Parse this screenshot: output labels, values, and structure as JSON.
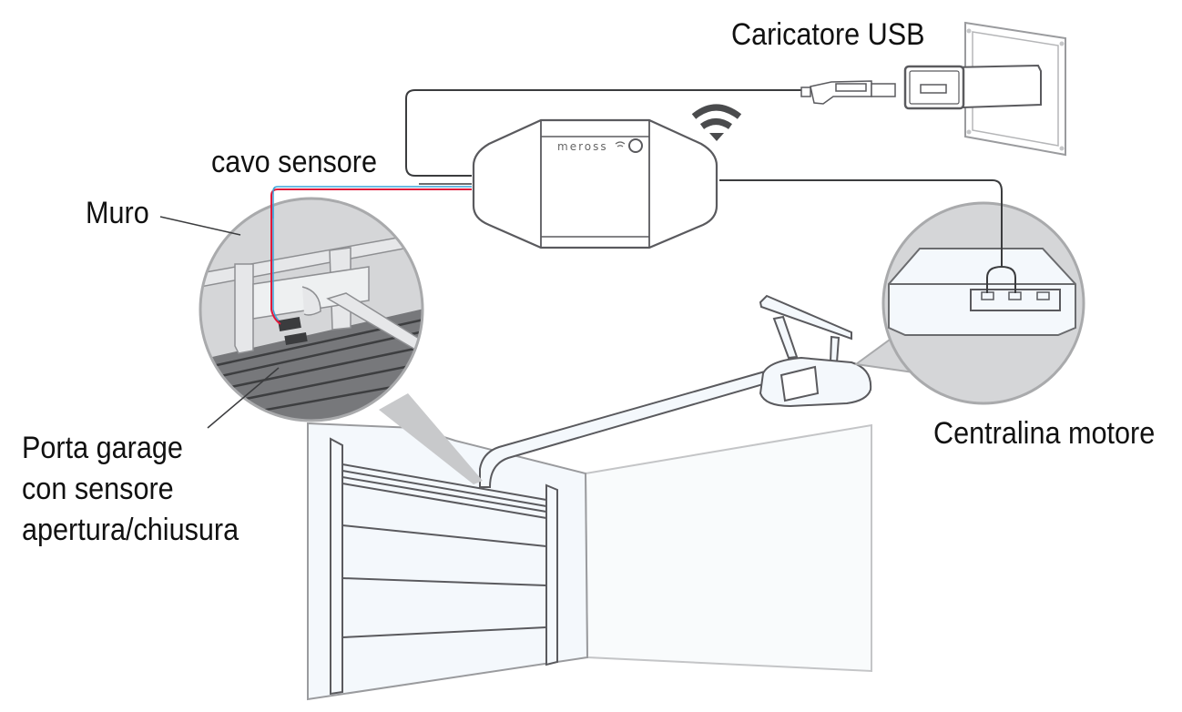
{
  "labels": {
    "usb_charger": "Caricatore USB",
    "sensor_cable": "cavo sensore",
    "wall": "Muro",
    "garage_door_lines": [
      "Porta garage",
      "con sensore",
      "apertura/chiusura"
    ],
    "motor_unit": "Centralina motore"
  },
  "device": {
    "brand": "meross"
  },
  "colors": {
    "outline": "#5a5a5e",
    "fill_light": "#f4f8fc",
    "callout_grey": "#d5d6d8",
    "callout_border": "#a9aaac",
    "wire_red": "#e0193a",
    "wire_blue": "#3aa4d8",
    "door_dark": "#6a6b6e"
  }
}
